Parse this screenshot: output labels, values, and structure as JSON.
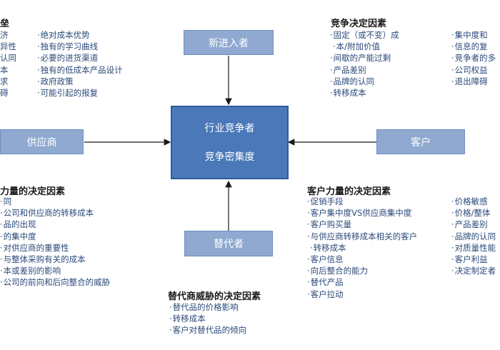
{
  "center": {
    "line1": "行业竞争者",
    "line2": "竞争密集度"
  },
  "nodes": {
    "new_entrants": "新进入者",
    "suppliers": "供应商",
    "customers": "客户",
    "substitutes": "替代者"
  },
  "top_left": {
    "heading_fragment": "垒",
    "left_fragments": [
      "济",
      "异性",
      "认同",
      "本",
      "求",
      "碍"
    ],
    "items": [
      "绝对成本优势",
      "独有的学习曲线",
      "必要的进货渠道",
      "独有的低成本产品设计",
      "政府政策",
      "可能引起的报复"
    ]
  },
  "top_right": {
    "heading": "竞争决定因素",
    "items": [
      "固定（或不变）成",
      "本/附加价值",
      "间歇的产能过剩",
      "产品差别",
      "品牌的认同",
      "转移成本"
    ],
    "right_fragments": [
      "集中度和",
      "信息的复",
      "竞争者的多",
      "公司权益",
      "退出障碍"
    ]
  },
  "bottom_left": {
    "heading_fragment": "力量的决定因素",
    "items": [
      "同",
      "公司和供应商的转移成本",
      "品的出现",
      "的集中度",
      "对供应商的重要性",
      "与整体采购有关的成本",
      "本或差别的影响",
      "公司的前向和后向整合的威胁"
    ]
  },
  "bottom_right": {
    "heading": "客户力量的决定因素",
    "items": [
      "促销手段",
      "客户集中度VS供应商集中度",
      "客户购买量",
      "与供应商转移成本相关的客户",
      "转移成本",
      "客户信息",
      "向后整合的能力",
      "替代产品",
      "客户拉动"
    ],
    "right_fragments": [
      "价格敏感",
      "价格/整体",
      "产品差别",
      "品牌的认同",
      "对质量性能",
      "客户利益",
      "决定制定者"
    ]
  },
  "bottom_center": {
    "heading": "替代商威胁的决定因素",
    "items": [
      "替代品的价格影响",
      "转移成本",
      "客户对替代品的倾向"
    ]
  }
}
